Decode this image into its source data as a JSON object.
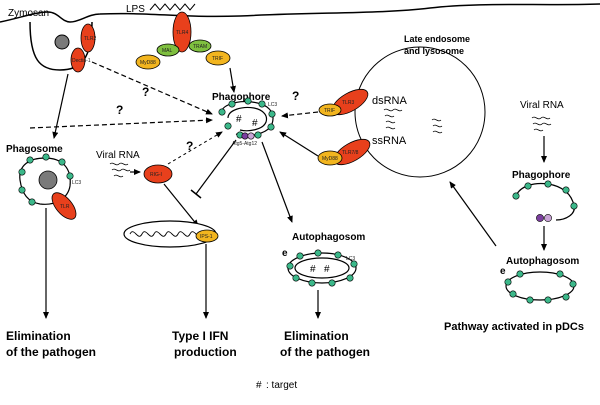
{
  "labels": {
    "zymosan": "Zymosan",
    "lps": "LPS",
    "phagophore_center": "Phagophore",
    "phagosome": "Phagosome",
    "viral_rna_left": "Viral RNA",
    "late_endosome_line1": "Late endosome",
    "late_endosome_line2": "and lysosome",
    "dsrna": "dsRNA",
    "ssrna": "ssRNA",
    "viral_rna_right": "Viral RNA",
    "phagophore_right": "Phagophore",
    "autophagosome_center_a": "Autophagosom",
    "autophagosome_center_b": "e",
    "autophagosome_right_a": "Autophagosom",
    "autophagosome_right_b": "e",
    "elim_left_1": "Elimination",
    "elim_left_2": "of the pathogen",
    "ifn_1": "Type I IFN",
    "ifn_2": "production",
    "elim_center_1": "Elimination",
    "elim_center_2": "of the pathogen",
    "pdc_pathway": "Pathway activated in pDCs",
    "target_legend": ": target",
    "lc3_center": "LC3",
    "lc3_phagosome": "LC3",
    "lc3_autophagosome": "LC3",
    "atg_label": "Atg5-Atg12",
    "ips1": "IPS-1",
    "q1": "?",
    "q2": "?",
    "q3": "?",
    "q4": "?"
  },
  "receptors": {
    "tlr2": "TLR2",
    "dectin": "Dectin-1",
    "tlr4": "TLR4",
    "myd88_a": "MyD88",
    "mal": "MAL",
    "tram": "TRAM",
    "trif_a": "TRIF",
    "trif_b": "TRIF",
    "tlr3": "TLR3",
    "myd88_b": "MyD88",
    "tlr78": "TLR7/8",
    "rigi": "RIG-I",
    "tlr_phago": "TLR"
  },
  "colors": {
    "receptor_red": "#e8401c",
    "adaptor_yellow": "#f2b51f",
    "adaptor_green": "#7fbf3f",
    "lc3_green": "#3cb88a",
    "atg_purple": "#7b3f9e",
    "atg_lilac": "#c9a3d6",
    "zymosan_gray": "#7a7a7a",
    "ips1_yellow": "#f2b51f"
  }
}
